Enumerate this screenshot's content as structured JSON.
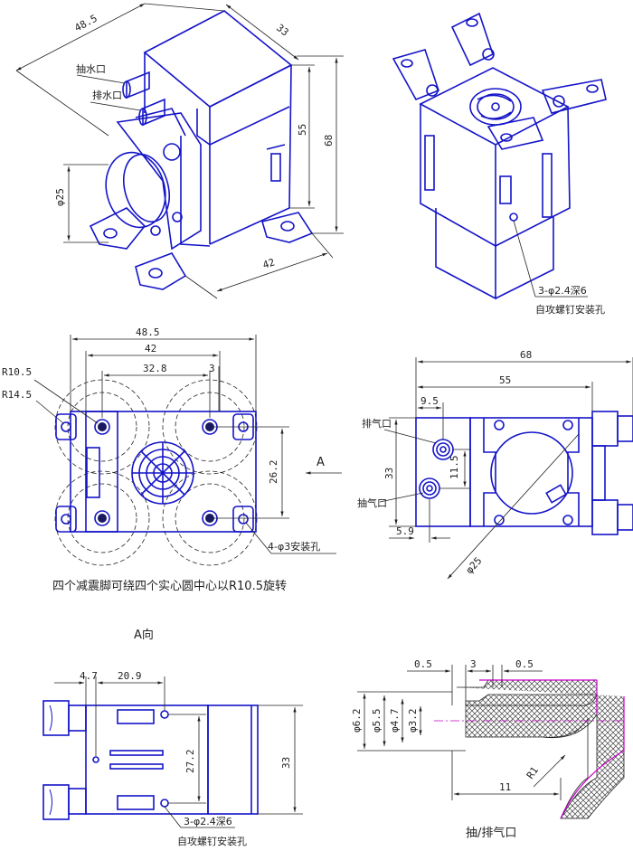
{
  "iso_view": {
    "dims": {
      "width": "48.5",
      "depth": "33",
      "height_body": "55",
      "height_total": "68",
      "base": "42",
      "dia": "φ25"
    },
    "labels": {
      "inlet_water": "抽水口",
      "outlet_water": "排水口"
    }
  },
  "iso_view2": {
    "labels": {
      "screw_holes": "3-φ2.4深6",
      "screw_note": "自攻螺钉安装孔"
    }
  },
  "top_view": {
    "dims": {
      "w_outer": "48.5",
      "w_42": "42",
      "w_32": "32.8",
      "w_3": "3",
      "h_26": "26.2",
      "r10": "R10.5",
      "r14": "R14.5"
    },
    "labels": {
      "mount_holes": "4-φ3安装孔",
      "arrow": "A"
    },
    "note": "四个减震脚可绕四个实心圆中心以R10.5旋转"
  },
  "side_view": {
    "dims": {
      "len_total": "68",
      "len_55": "55",
      "d_9_5": "9.5",
      "h_33": "33",
      "d_11_5": "11.5",
      "d_5_9": "5.9",
      "dia": "φ25"
    },
    "labels": {
      "outlet_air": "排气口",
      "inlet_air": "抽气口"
    }
  },
  "a_view": {
    "title": "A向",
    "dims": {
      "d_4_7": "4.7",
      "d_20_9": "20.9",
      "h_27_2": "27.2",
      "h_33": "33"
    },
    "labels": {
      "screw_holes": "3-φ2.4深6",
      "screw_note": "自攻螺钉安装孔"
    }
  },
  "nozzle_view": {
    "title": "抽/排气口",
    "dims": {
      "t1": "0.5",
      "t2": "3",
      "t3": "0.5",
      "d1": "φ6.2",
      "d2": "φ5.5",
      "d3": "φ4.7",
      "d4": "φ3.2",
      "len": "11",
      "r": "R1"
    }
  }
}
